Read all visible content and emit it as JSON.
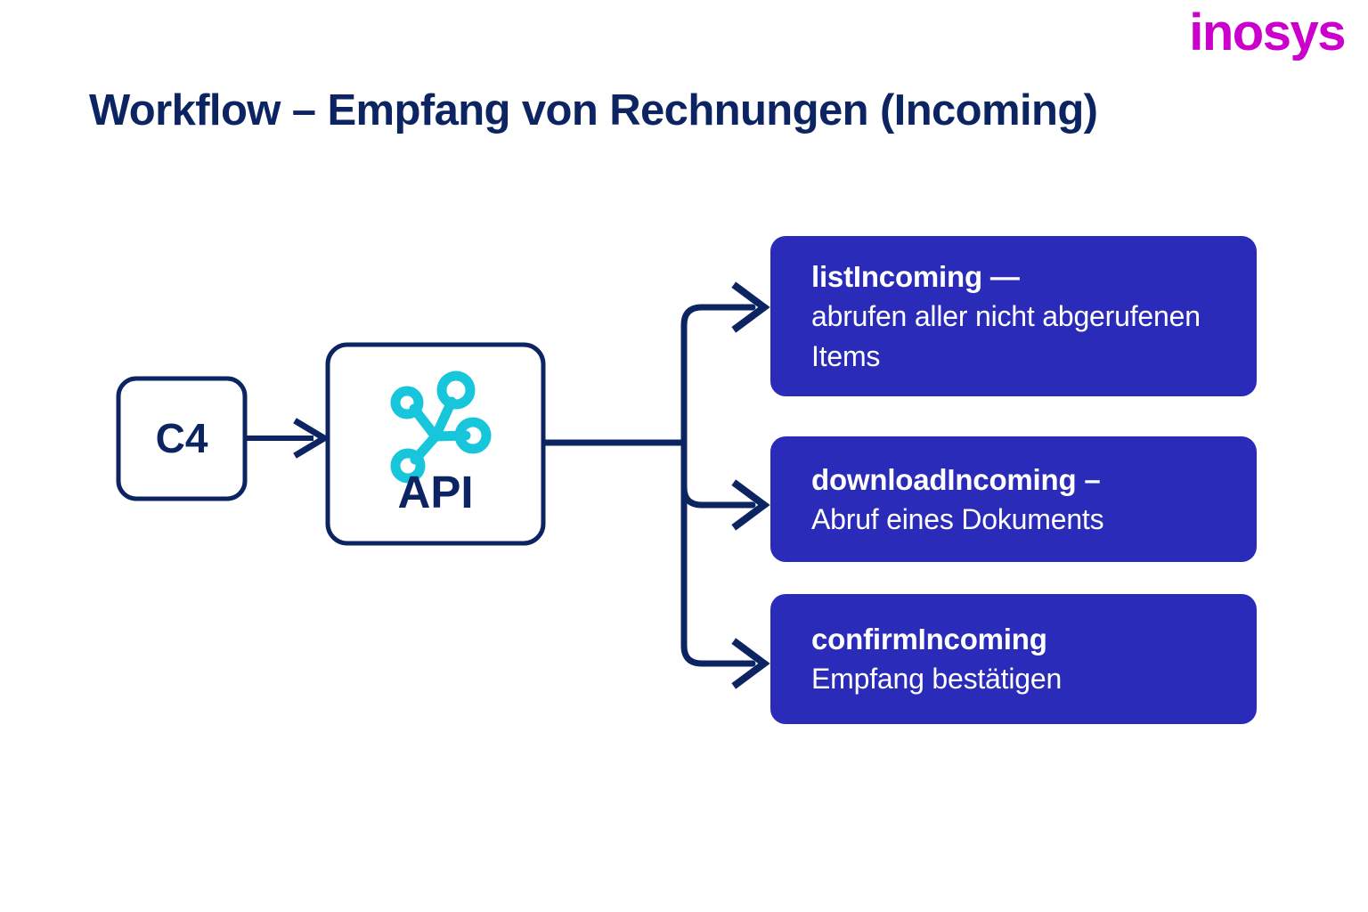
{
  "logo": {
    "text": "inosys",
    "color": "#CC00CC"
  },
  "title": "Workflow – Empfang von Rechnungen (Incoming)",
  "colors": {
    "navy": "#0C2461",
    "card_blue": "#2A2BB8",
    "cyan": "#17C6DB",
    "magenta": "#CC00CC",
    "background": "#FFFFFF",
    "card_text": "#FFFFFF"
  },
  "diagram": {
    "nodes": [
      {
        "id": "c4",
        "label": "C4",
        "icon": null
      },
      {
        "id": "api",
        "label": "API",
        "icon": "network-nodes-icon"
      }
    ],
    "connectors": [
      {
        "from": "c4",
        "to": "api",
        "style": "arrow"
      },
      {
        "from": "api",
        "to": "card-1",
        "style": "arrow"
      },
      {
        "from": "api",
        "to": "card-2",
        "style": "arrow"
      },
      {
        "from": "api",
        "to": "card-3",
        "style": "arrow"
      }
    ],
    "cards": [
      {
        "id": "card-1",
        "operation": "listIncoming —",
        "description": "abrufen aller nicht abgerufenen Items"
      },
      {
        "id": "card-2",
        "operation": "downloadIncoming –",
        "description": "Abruf eines Dokuments"
      },
      {
        "id": "card-3",
        "operation": "confirmIncoming",
        "description": "Empfang bestätigen"
      }
    ]
  }
}
